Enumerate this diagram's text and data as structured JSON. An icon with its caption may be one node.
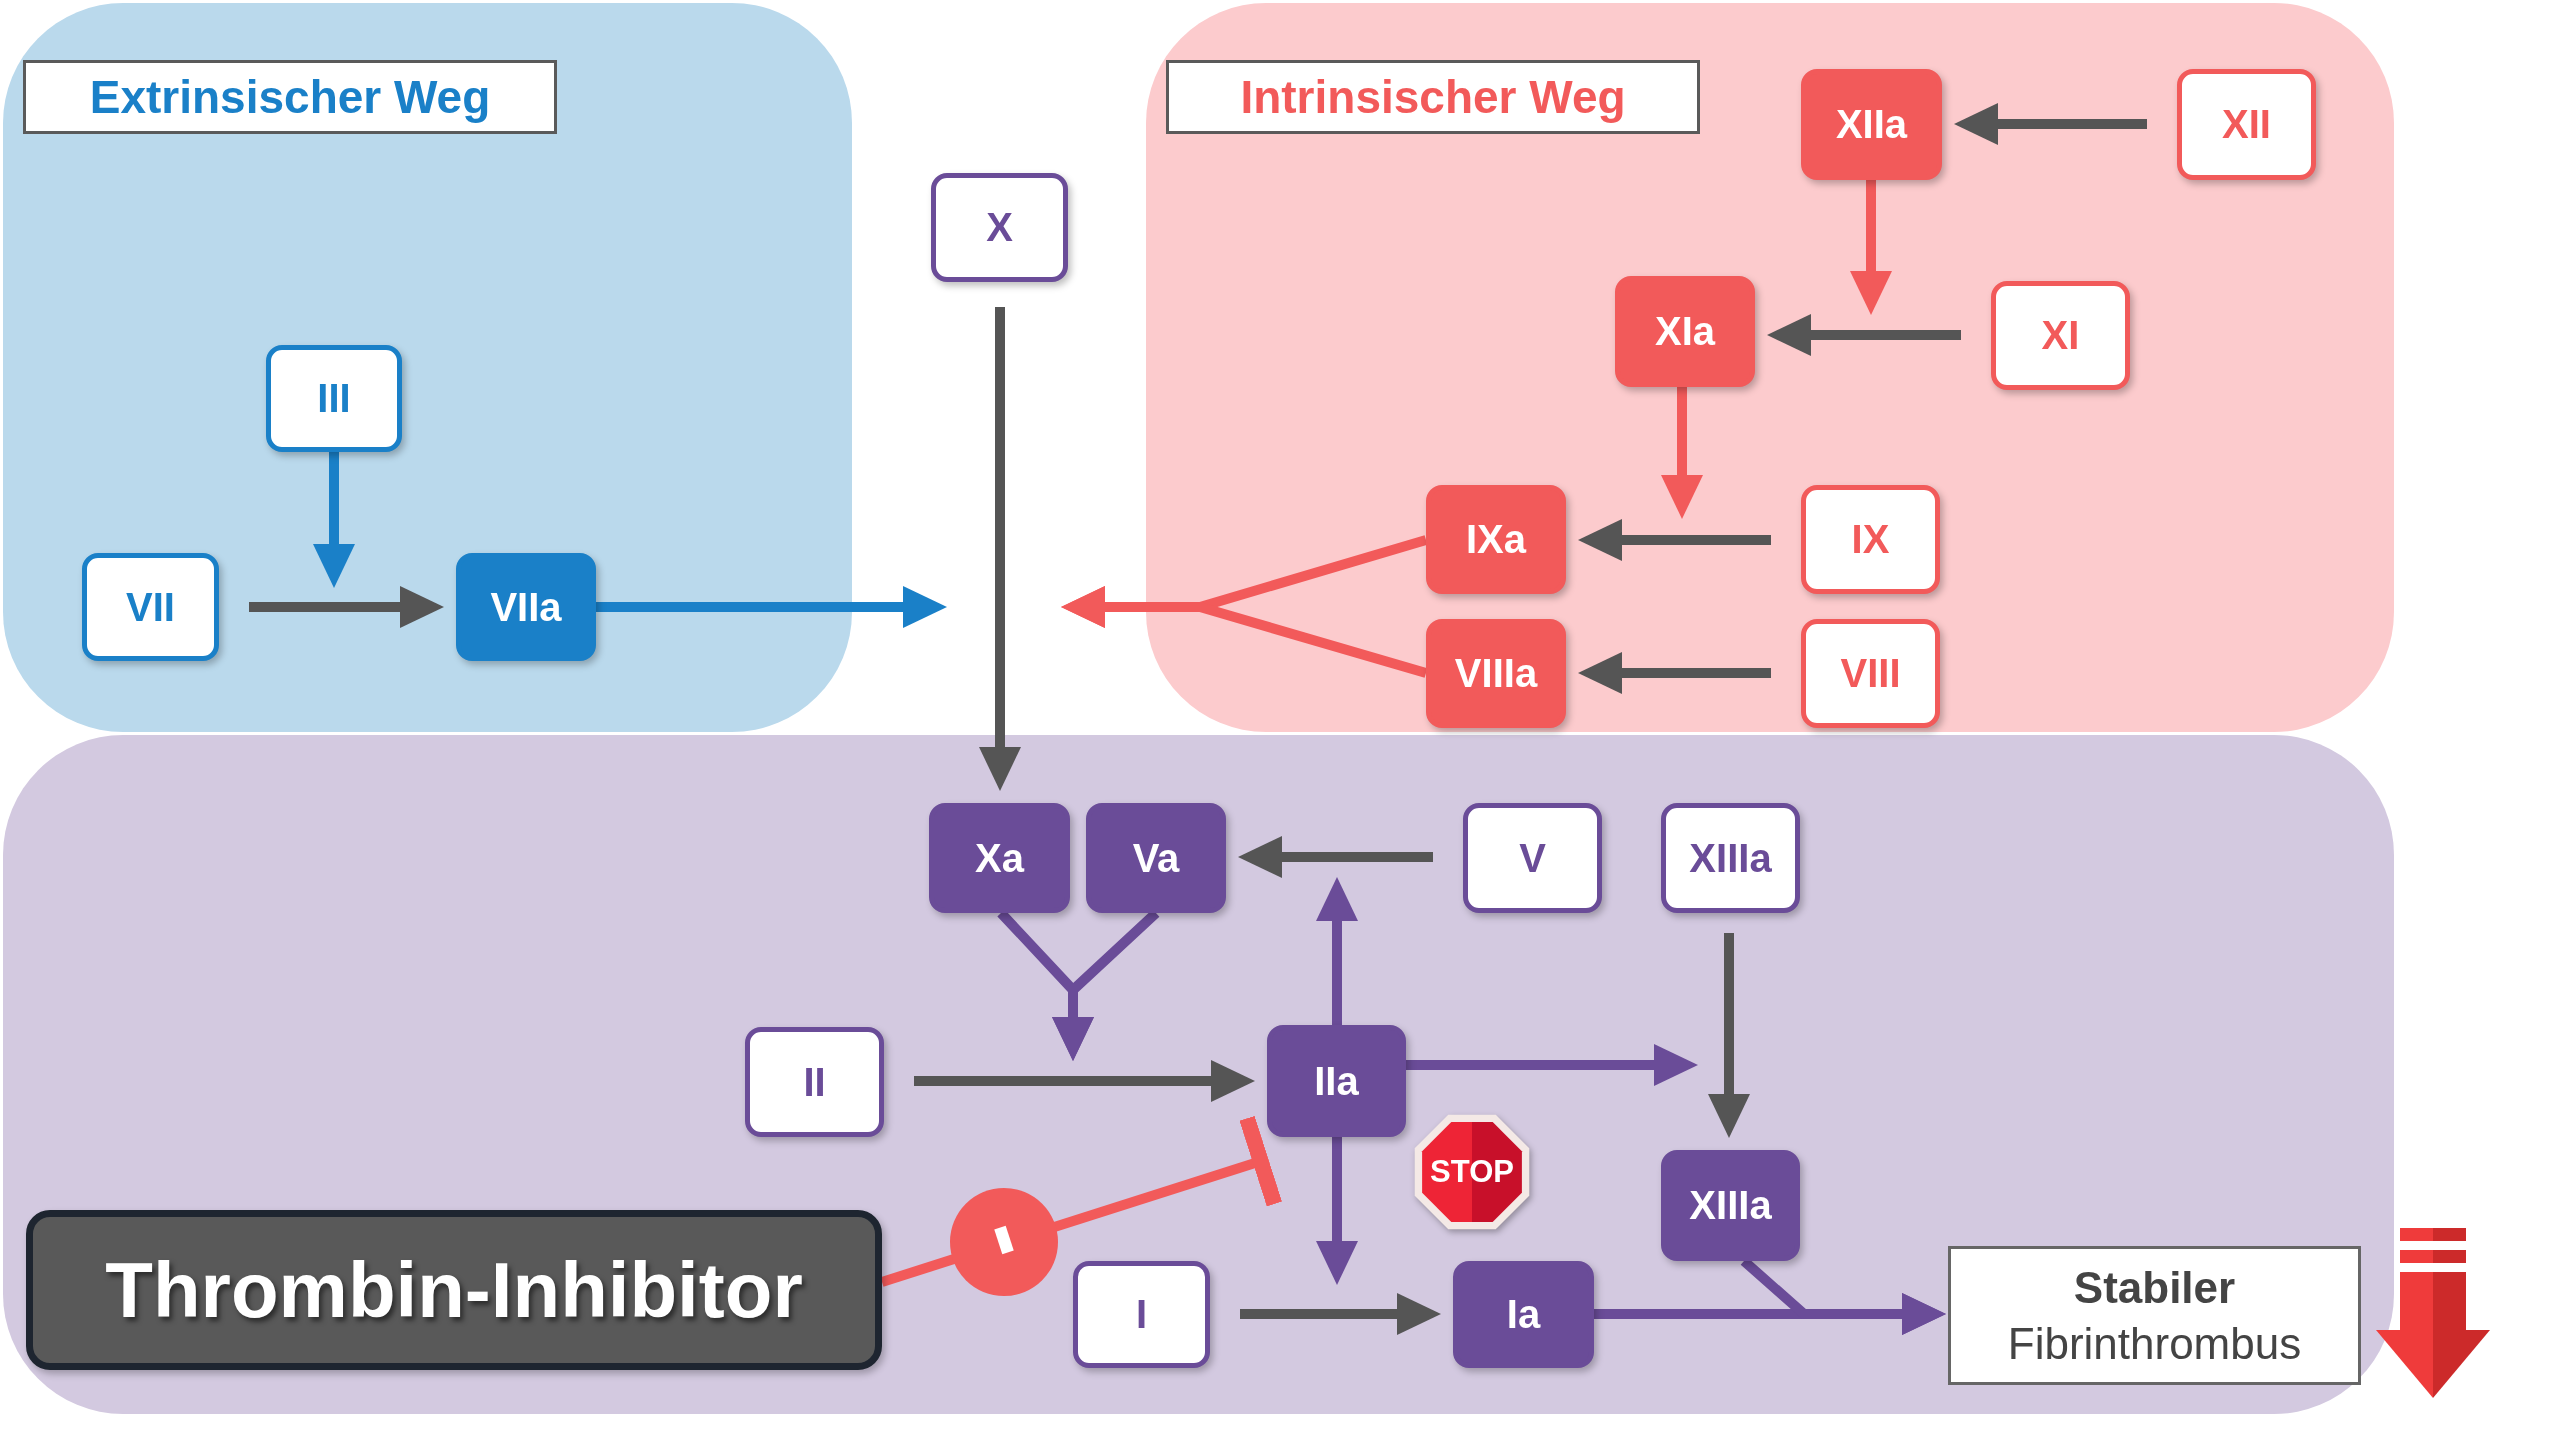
{
  "diagram": {
    "nodes": [
      {
        "text": [
          "Extrinsischer Weg"
        ]
      },
      {
        "text": [
          "III"
        ],
        "in": 0
      },
      {
        "text": [
          "VII"
        ],
        "in": 0
      },
      {
        "text": [
          "VIIa"
        ],
        "in": 0
      },
      {
        "text": [
          "X"
        ]
      },
      {
        "text": [
          "Intrinsischer Weg"
        ]
      },
      {
        "text": [
          "XIIa"
        ],
        "in": 5
      },
      {
        "text": [
          "XII"
        ],
        "in": 5
      },
      {
        "text": [
          "XIa"
        ],
        "in": 5
      },
      {
        "text": [
          "XI"
        ],
        "in": 5
      },
      {
        "text": [
          "IXa"
        ],
        "in": 5
      },
      {
        "text": [
          "IX"
        ],
        "in": 5
      },
      {
        "text": [
          "VIIIa"
        ],
        "in": 5
      },
      {
        "text": [
          "VIII"
        ],
        "in": 5
      },
      {
        "text": [],
        "shape": "box"
      },
      {
        "text": [
          "Xa"
        ],
        "in": 14
      },
      {
        "text": [
          "Va"
        ],
        "in": 14
      },
      {
        "text": [
          "V"
        ],
        "in": 14
      },
      {
        "text": [
          "XIIIa"
        ],
        "in": 14
      },
      {
        "text": [
          "II"
        ],
        "in": 14
      },
      {
        "text": [
          "IIa"
        ],
        "in": 14
      },
      {
        "text": [
          "XIIIa"
        ],
        "in": 14
      },
      {
        "text": [
          "Thrombin-Inhibitor"
        ],
        "in": 14
      },
      {
        "text": [
          "I"
        ],
        "in": 14
      },
      {
        "text": [
          "Ia"
        ],
        "in": 14
      },
      {
        "text": [
          "Stabiler",
          "Fibrinthrombus"
        ],
        "in": 14
      }
    ],
    "edges": [
      {
        "from": 2,
        "to": 3,
        "arrow": "to"
      },
      {
        "from": 1,
        "to": null,
        "arrow": "to",
        "color": "#1a80c8"
      },
      {
        "from": 3,
        "to": null,
        "arrow": "to",
        "color": "#1a80c8"
      },
      {
        "from": 4,
        "to": 15,
        "arrow": "to"
      },
      {
        "from": 10,
        "to": null,
        "arrow": "to",
        "color": "#f25a5a"
      },
      {
        "from": 12,
        "to": null,
        "arrow": "to",
        "color": "#f25a5a"
      },
      {
        "from": 7,
        "to": 6,
        "arrow": "to"
      },
      {
        "from": 6,
        "to": null,
        "arrow": "to",
        "color": "#f25a5a"
      },
      {
        "from": 9,
        "to": 8,
        "arrow": "to"
      },
      {
        "from": 8,
        "to": null,
        "arrow": "to",
        "color": "#f25a5a"
      },
      {
        "from": 11,
        "to": 10,
        "arrow": "to"
      },
      {
        "from": 13,
        "to": 12,
        "arrow": "to"
      },
      {
        "from": 17,
        "to": 16,
        "arrow": "to"
      },
      {
        "from": 15,
        "to": null,
        "arrow": "to",
        "color": "#6a4c98"
      },
      {
        "from": 16,
        "to": null,
        "arrow": "to",
        "color": "#6a4c98"
      },
      {
        "from": 19,
        "to": 20,
        "arrow": "to"
      },
      {
        "from": 20,
        "to": null,
        "arrow": "to",
        "color": "#6a4c98"
      },
      {
        "from": 20,
        "to": 21,
        "arrow": "to",
        "color": "#6a4c98"
      },
      {
        "from": 20,
        "to": null,
        "arrow": "to",
        "color": "#6a4c98"
      },
      {
        "from": 18,
        "to": 21,
        "arrow": "to"
      },
      {
        "from": 23,
        "to": 24,
        "arrow": "to"
      },
      {
        "from": 24,
        "to": 25,
        "arrow": "to",
        "color": "#6a4c98"
      },
      {
        "from": 21,
        "to": 25,
        "arrow": "to",
        "color": "#6a4c98"
      },
      {
        "from": 22,
        "to": 20,
        "arrow": "other",
        "color": "#f25a5a"
      }
    ],
    "labels": [
      "STOP"
    ]
  }
}
